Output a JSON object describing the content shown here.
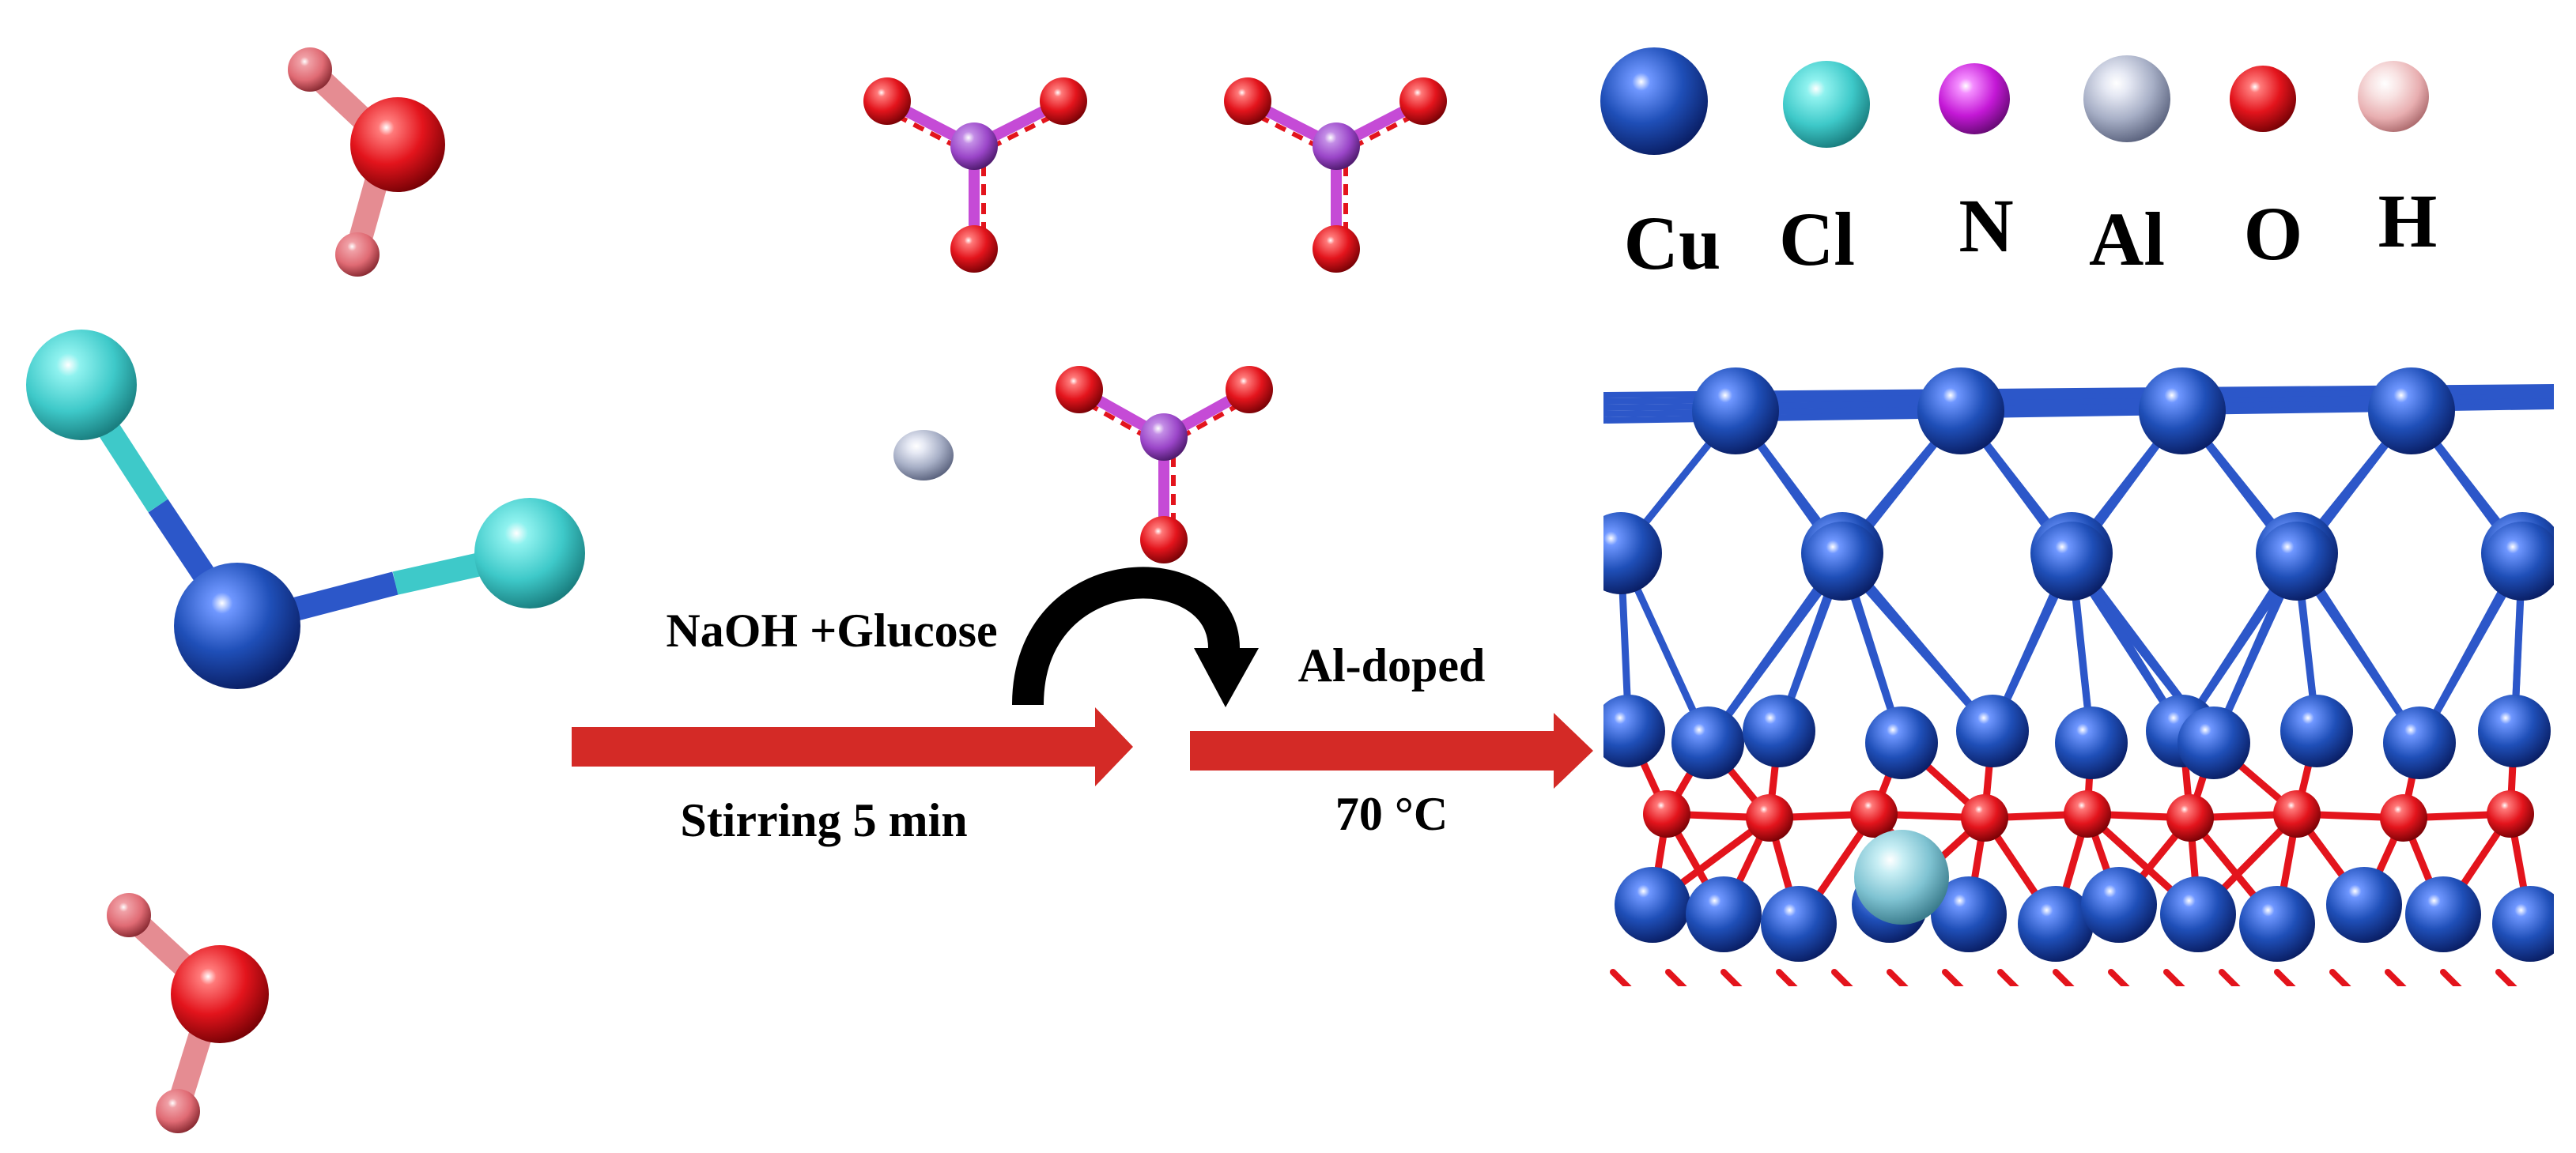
{
  "legend": {
    "items": [
      {
        "symbol": "Cu",
        "color": "#1f4fb8"
      },
      {
        "symbol": "Cl",
        "color": "#3ec9c9"
      },
      {
        "symbol": "N",
        "color": "#c418d6"
      },
      {
        "symbol": "Al",
        "color": "#a7afc6"
      },
      {
        "symbol": "O",
        "color": "#e3141c"
      },
      {
        "symbol": "H",
        "color": "#f0c2c2"
      }
    ]
  },
  "step1": {
    "label_top": "NaOH +Glucose",
    "label_bottom": "Stirring 5 min"
  },
  "step2": {
    "label_top": "Al-doped",
    "label_bottom": "70 °C"
  },
  "colors": {
    "arrow": "#d42a26",
    "bond_cu": "#2c57c9",
    "curved_arrow": "#000000"
  }
}
